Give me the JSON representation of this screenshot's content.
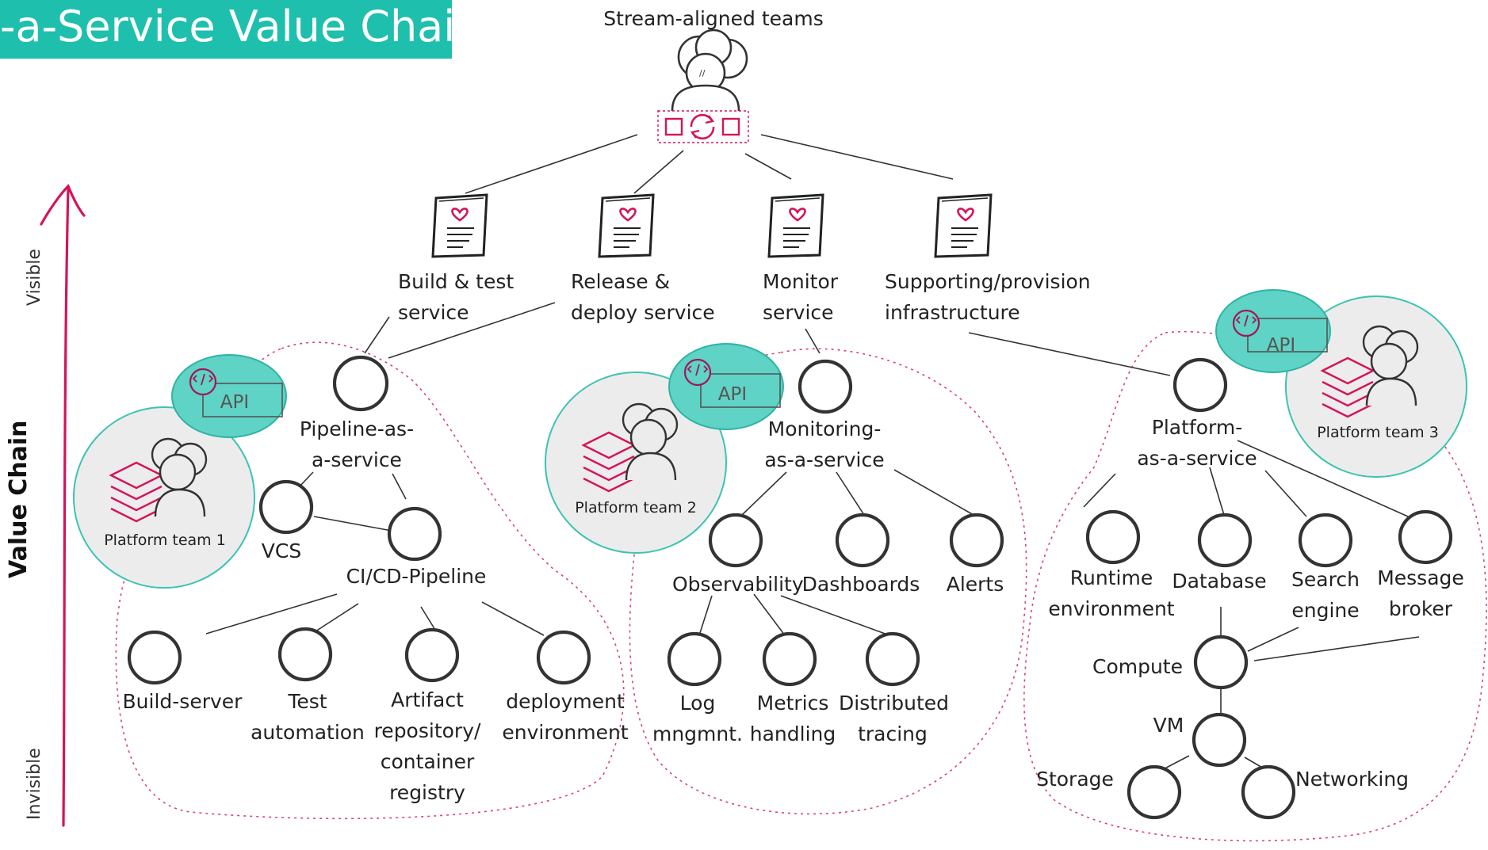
{
  "title": "-a-Service Value Chain",
  "axis": {
    "title": "Value Chain",
    "top_label": "Visible",
    "bottom_label": "Invisible"
  },
  "top_group": {
    "label": "Stream-aligned teams"
  },
  "services": [
    "Build & test\nservice",
    "Release &\ndeploy service",
    "Monitor\nservice",
    "Supporting/provision\ninfrastructure"
  ],
  "api_label": "API",
  "teams": [
    "Platform team 1",
    "Platform team 2",
    "Platform team 3"
  ],
  "pipeline": {
    "main": "Pipeline-as-\na-service",
    "vcs": "VCS",
    "cicd": "CI/CD-Pipeline",
    "build_server": "Build-server",
    "test_automation": "Test\nautomation",
    "artifact": "Artifact\nrepository/\ncontainer\nregistry",
    "deployment_env": "deployment\nenvironment"
  },
  "monitoring": {
    "main": "Monitoring-\nas-a-service",
    "observability": "Observability",
    "dashboards": "Dashboards",
    "alerts": "Alerts",
    "log": "Log\nmngmnt.",
    "metrics": "Metrics\nhandling",
    "tracing": "Distributed\ntracing"
  },
  "platform": {
    "main": "Platform-\nas-a-service",
    "runtime": "Runtime\nenvironment",
    "database": "Database",
    "search": "Search\nengine",
    "message": "Message\nbroker",
    "compute": "Compute",
    "vm": "VM",
    "storage": "Storage",
    "networking": "Networking"
  },
  "colors": {
    "banner": "#1fbfae",
    "accent": "#d4145a",
    "api_fill": "#5fd3c5",
    "team_fill": "#ececec",
    "team_border": "#3cc3b3",
    "node_stroke": "#333333",
    "boundary": "#d9456e"
  },
  "icons": {
    "service": "service-doc-heart-icon",
    "people": "people-group-icon",
    "api": "api-code-icon",
    "stack": "layer-stack-icon"
  }
}
